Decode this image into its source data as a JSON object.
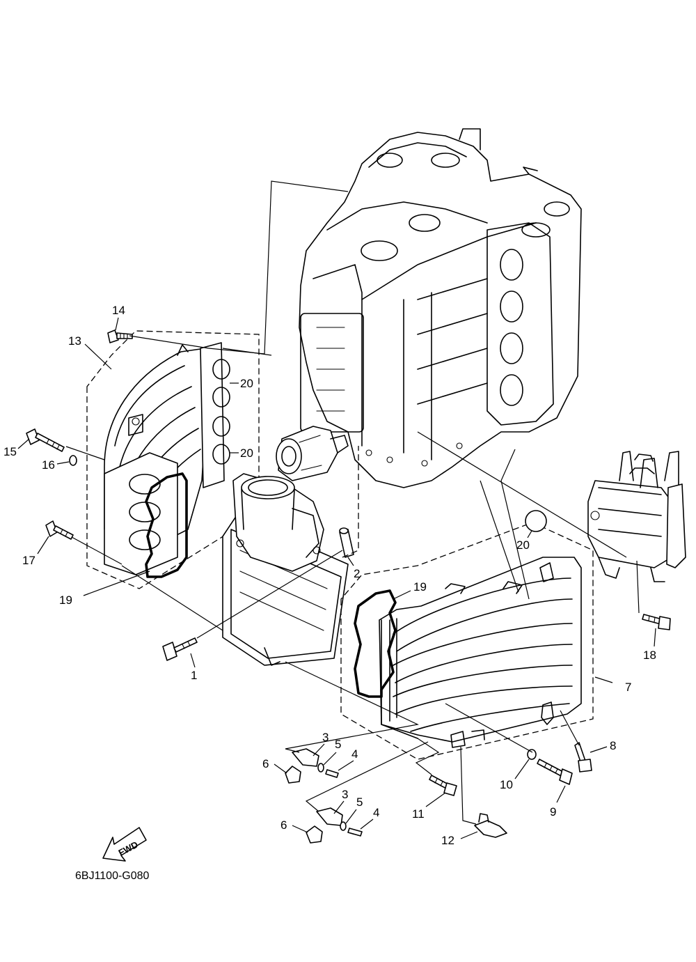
{
  "diagram_code": "6BJ1100-G080",
  "fwd_label": "FWD",
  "callouts": {
    "c1": "1",
    "c2": "2",
    "c3a": "3",
    "c3b": "3",
    "c4a": "4",
    "c4b": "4",
    "c5a": "5",
    "c5b": "5",
    "c6a": "6",
    "c6b": "6",
    "c7": "7",
    "c8": "8",
    "c9": "9",
    "c10": "10",
    "c11": "11",
    "c12": "12",
    "c13": "13",
    "c14": "14",
    "c15": "15",
    "c16": "16",
    "c17": "17",
    "c18": "18",
    "c19a": "19",
    "c19b": "19",
    "c20a": "20",
    "c20b": "20",
    "c20c": "20"
  }
}
